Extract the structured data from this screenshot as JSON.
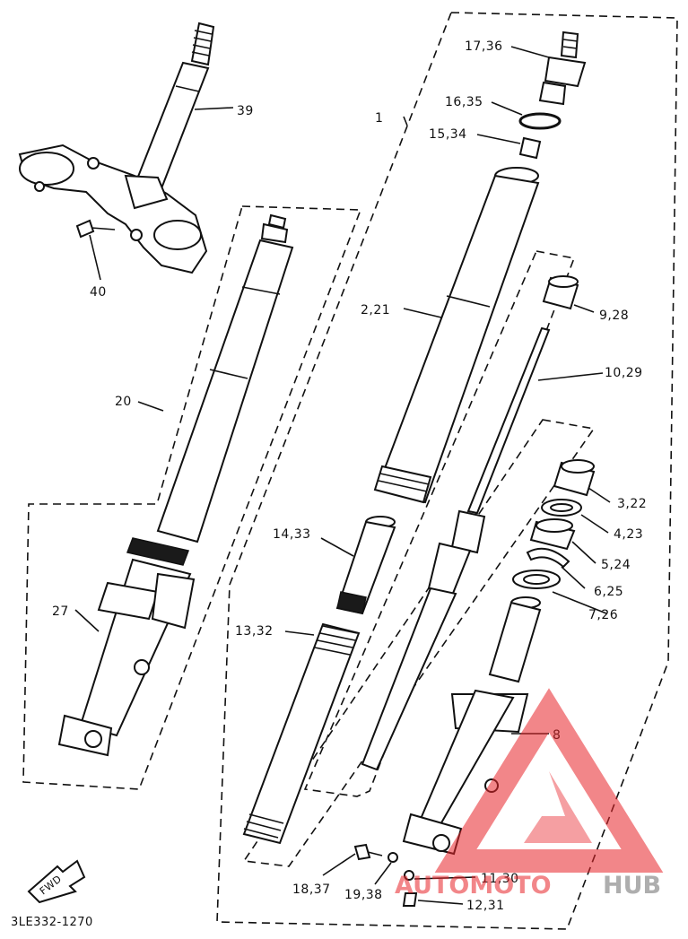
{
  "diagram": {
    "code": "3LE332-1270",
    "fwd_label": "FWD",
    "callouts": {
      "c1": "1",
      "c2_21": "2,21",
      "c3_22": "3,22",
      "c4_23": "4,23",
      "c5_24": "5,24",
      "c6_25": "6,25",
      "c7_26": "7,26",
      "c8": "8",
      "c9_28": "9,28",
      "c10_29": "10,29",
      "c11_30": "11,30",
      "c12_31": "12,31",
      "c13_32": "13,32",
      "c14_33": "14,33",
      "c15_34": "15,34",
      "c16_35": "16,35",
      "c17_36": "17,36",
      "c18_37": "18,37",
      "c19_38": "19,38",
      "c20": "20",
      "c27": "27",
      "c39": "39",
      "c40": "40"
    }
  },
  "watermark": {
    "text_red": "AUTOMOTO",
    "text_gray": "HUB",
    "color_red": "#e8252a",
    "color_gray": "#6d6d6d"
  }
}
